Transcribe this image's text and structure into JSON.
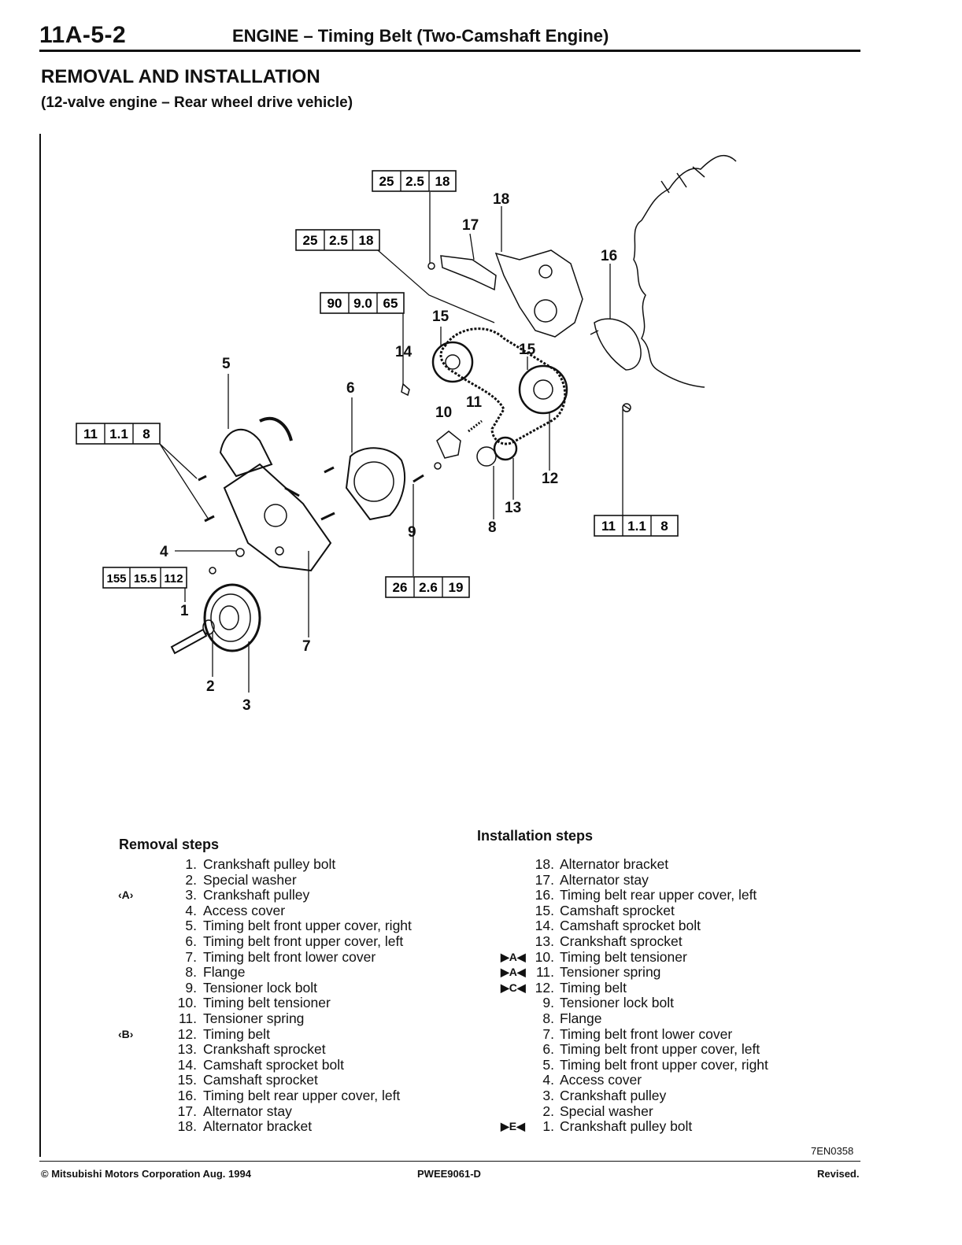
{
  "header": {
    "page_code": "11A-5-2",
    "title": "ENGINE – Timing Belt (Two-Camshaft Engine)"
  },
  "section": {
    "title": "REMOVAL AND INSTALLATION",
    "subtitle": "(12-valve engine – Rear wheel drive vehicle)"
  },
  "torque_specs": [
    {
      "nm": "25",
      "kgm": "2.5",
      "ftlb": "18"
    },
    {
      "nm": "25",
      "kgm": "2.5",
      "ftlb": "18"
    },
    {
      "nm": "90",
      "kgm": "9.0",
      "ftlb": "65"
    },
    {
      "nm": "11",
      "kgm": "1.1",
      "ftlb": "8"
    },
    {
      "nm": "11",
      "kgm": "1.1",
      "ftlb": "8"
    },
    {
      "nm": "155",
      "kgm": "15.5",
      "ftlb": "112"
    },
    {
      "nm": "26",
      "kgm": "2.6",
      "ftlb": "19"
    }
  ],
  "callouts": [
    "1",
    "2",
    "3",
    "4",
    "5",
    "6",
    "7",
    "8",
    "9",
    "10",
    "11",
    "12",
    "13",
    "14",
    "15",
    "15",
    "16",
    "17",
    "18"
  ],
  "removal": {
    "heading": "Removal steps",
    "steps": [
      {
        "num": "1.",
        "text": "Crankshaft pulley bolt",
        "mark": ""
      },
      {
        "num": "2.",
        "text": "Special washer",
        "mark": ""
      },
      {
        "num": "3.",
        "text": "Crankshaft pulley",
        "mark": "‹A›"
      },
      {
        "num": "4.",
        "text": "Access cover",
        "mark": ""
      },
      {
        "num": "5.",
        "text": "Timing belt front upper cover, right",
        "mark": ""
      },
      {
        "num": "6.",
        "text": "Timing belt front upper cover, left",
        "mark": ""
      },
      {
        "num": "7.",
        "text": "Timing belt front lower cover",
        "mark": ""
      },
      {
        "num": "8.",
        "text": "Flange",
        "mark": ""
      },
      {
        "num": "9.",
        "text": "Tensioner lock bolt",
        "mark": ""
      },
      {
        "num": "10.",
        "text": "Timing belt tensioner",
        "mark": ""
      },
      {
        "num": "11.",
        "text": "Tensioner spring",
        "mark": ""
      },
      {
        "num": "12.",
        "text": "Timing belt",
        "mark": "‹B›"
      },
      {
        "num": "13.",
        "text": "Crankshaft sprocket",
        "mark": ""
      },
      {
        "num": "14.",
        "text": "Camshaft sprocket bolt",
        "mark": ""
      },
      {
        "num": "15.",
        "text": "Camshaft sprocket",
        "mark": ""
      },
      {
        "num": "16.",
        "text": "Timing belt rear upper cover, left",
        "mark": ""
      },
      {
        "num": "17.",
        "text": "Alternator stay",
        "mark": ""
      },
      {
        "num": "18.",
        "text": "Alternator bracket",
        "mark": ""
      }
    ]
  },
  "installation": {
    "heading": "Installation steps",
    "steps": [
      {
        "num": "18.",
        "text": "Alternator bracket",
        "mark": ""
      },
      {
        "num": "17.",
        "text": "Alternator stay",
        "mark": ""
      },
      {
        "num": "16.",
        "text": "Timing belt rear upper cover, left",
        "mark": ""
      },
      {
        "num": "15.",
        "text": "Camshaft sprocket",
        "mark": ""
      },
      {
        "num": "14.",
        "text": "Camshaft sprocket bolt",
        "mark": ""
      },
      {
        "num": "13.",
        "text": "Crankshaft sprocket",
        "mark": ""
      },
      {
        "num": "10.",
        "text": "Timing belt tensioner",
        "mark": "▶A◀"
      },
      {
        "num": "11.",
        "text": "Tensioner spring",
        "mark": "▶A◀"
      },
      {
        "num": "12.",
        "text": "Timing belt",
        "mark": "▶C◀"
      },
      {
        "num": "9.",
        "text": "Tensioner lock bolt",
        "mark": ""
      },
      {
        "num": "8.",
        "text": "Flange",
        "mark": ""
      },
      {
        "num": "7.",
        "text": "Timing belt front lower cover",
        "mark": ""
      },
      {
        "num": "6.",
        "text": "Timing belt front upper cover, left",
        "mark": ""
      },
      {
        "num": "5.",
        "text": "Timing belt front upper cover, right",
        "mark": ""
      },
      {
        "num": "4.",
        "text": "Access cover",
        "mark": ""
      },
      {
        "num": "3.",
        "text": "Crankshaft pulley",
        "mark": ""
      },
      {
        "num": "2.",
        "text": "Special washer",
        "mark": ""
      },
      {
        "num": "1.",
        "text": "Crankshaft pulley bolt",
        "mark": "▶E◀"
      }
    ]
  },
  "figure_code": "7EN0358",
  "footer": {
    "copyright": "© Mitsubishi Motors Corporation   Aug. 1994",
    "doc_code": "PWEE9061-D",
    "revised": "Revised."
  }
}
